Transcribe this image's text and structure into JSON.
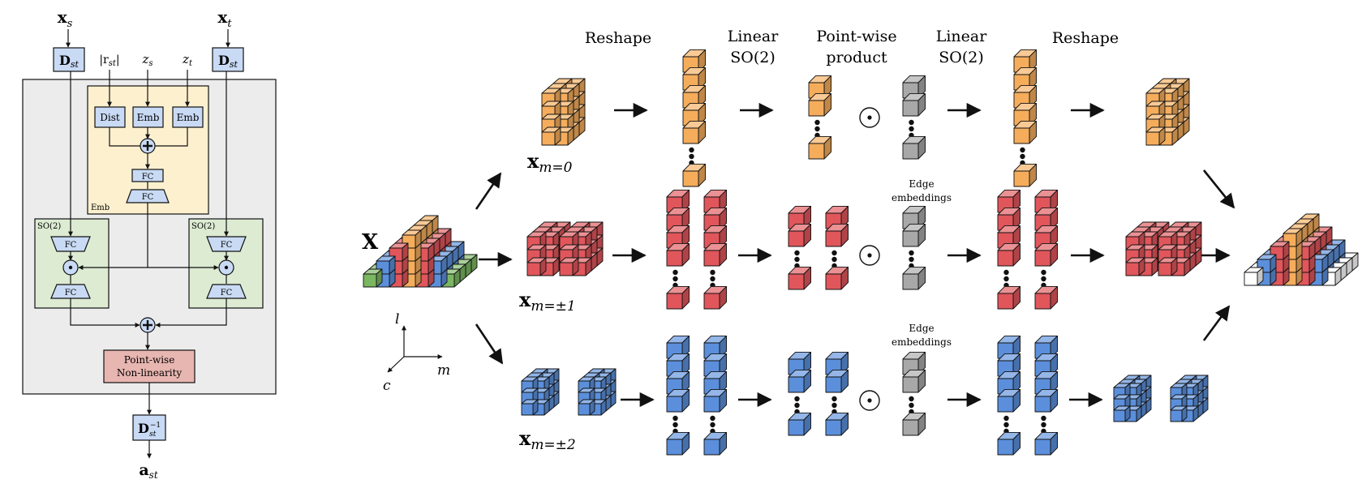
{
  "left_panel": {
    "input_source": "x",
    "input_source_sub": "s",
    "input_target": "x",
    "input_target_sub": "t",
    "rotation_label": "D",
    "rotation_sub": "st",
    "distance_input": "|r",
    "distance_input_sub": "st",
    "distance_input_close": "|",
    "atom_source": "z",
    "atom_source_sub": "s",
    "atom_target": "z",
    "atom_target_sub": "t",
    "dist_label": "Dist",
    "emb_label_1": "Emb",
    "emb_label_2": "Emb",
    "fc_label": "FC",
    "emb_box_label": "Emb",
    "so2_label": "SO(2)",
    "nonlinearity_line1": "Point-wise",
    "nonlinearity_line2": "Non-linearity",
    "inverse_rotation_sup": "−1",
    "output": "a",
    "output_sub": "st"
  },
  "right_panel": {
    "col_headers": [
      "Reshape",
      "Linear",
      "SO(2)",
      "Point-wise",
      "product",
      "Linear",
      "SO(2)",
      "Reshape"
    ],
    "main_input": "X",
    "rows": [
      {
        "label": "x",
        "sub": "m=0"
      },
      {
        "label": "x",
        "sub": "m=±1"
      },
      {
        "label": "x",
        "sub": "m=±2"
      }
    ],
    "edge_embeddings": [
      "Edge",
      "embeddings"
    ],
    "axes": {
      "l": "l",
      "m": "m",
      "c": "c"
    },
    "product_symbol": "⊙"
  },
  "colors": {
    "orange": "#f5ad5c",
    "red": "#e0565b",
    "blue": "#5b8fdb",
    "green": "#7bb661",
    "gray": "#a8a8a8",
    "panel_gray": "#ececec",
    "emb_yellow": "#fdf0cf",
    "so2_green": "#dcebd2",
    "box_blue": "#c9daf4",
    "nonlin_red": "#e8b6b1"
  }
}
